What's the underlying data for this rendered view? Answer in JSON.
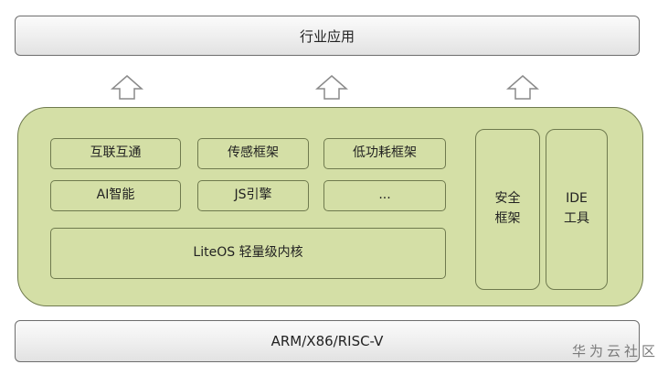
{
  "top_layer": {
    "label": "行业应用"
  },
  "bottom_layer": {
    "label": "ARM/X86/RISC-V"
  },
  "arrows": [
    {
      "icon": "up-arrow-icon"
    },
    {
      "icon": "up-arrow-icon"
    },
    {
      "icon": "up-arrow-icon"
    }
  ],
  "middle_layer": {
    "fill_color": "#d4dfa6",
    "border_color": "#6f7a4e",
    "frameworks": [
      {
        "label": "互联互通"
      },
      {
        "label": "传感框架"
      },
      {
        "label": "低功耗框架"
      },
      {
        "label": "AI智能"
      },
      {
        "label": "JS引擎"
      },
      {
        "label": "..."
      }
    ],
    "kernel": {
      "label": "LiteOS 轻量级内核"
    },
    "security": {
      "line1": "安全",
      "line2": "框架"
    },
    "ide": {
      "line1": "IDE",
      "line2": "工具"
    }
  },
  "watermark": {
    "text": "华为云社区"
  }
}
